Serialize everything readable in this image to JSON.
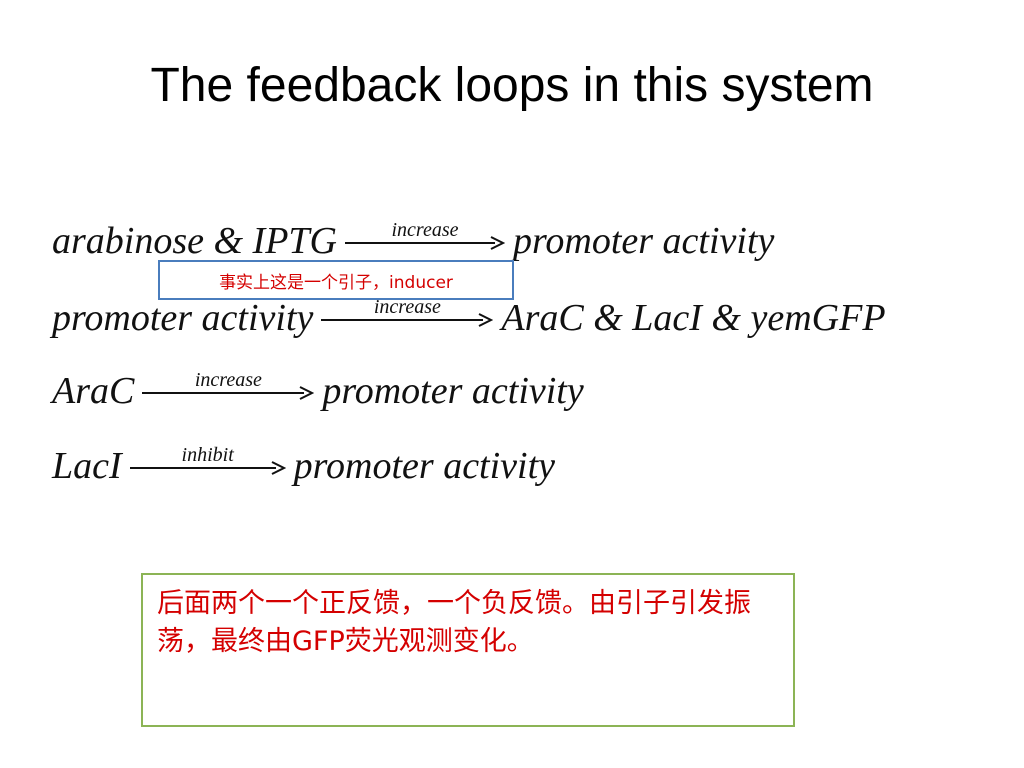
{
  "title": "The feedback loops in this system",
  "reactions": [
    {
      "left": "arabinose & IPTG",
      "arrow": "increase",
      "right": "promoter activity"
    },
    {
      "left": "promoter activity",
      "arrow": "increase",
      "right": "AraC & LacI & yemGFP"
    },
    {
      "left": "AraC",
      "arrow": "increase",
      "right": "promoter activity"
    },
    {
      "left": "LacI",
      "arrow": "inhibit",
      "right": "promoter activity"
    }
  ],
  "notes": {
    "inducer": "事实上这是一个引子，inducer",
    "summary": "后面两个一个正反馈，一个负反馈。由引子引发振荡，最终由GFP荧光观测变化。"
  },
  "colors": {
    "note_text": "#d40000",
    "inducer_border": "#4a7dbd",
    "summary_border": "#8cb455"
  }
}
